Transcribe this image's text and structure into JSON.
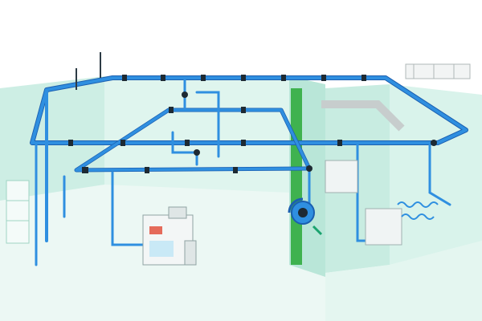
{
  "diagram": {
    "type": "compressed-air-piping-layout",
    "labels": [],
    "colors": {
      "pipe": "#2f8fe0",
      "pipe_shadow": "#1b5fb0",
      "fitting": "#1e2a33",
      "wall": "#c9ece2",
      "wall_dark": "#9fdac8",
      "floor": "#e9f7f3",
      "column": "#3fb24f",
      "machine": "#f3f6f6",
      "accent_green": "#1aa36e"
    },
    "components": [
      {
        "name": "main-ring-pipe"
      },
      {
        "name": "secondary-loop-pipe"
      },
      {
        "name": "drop-pipes"
      },
      {
        "name": "hose-reel"
      },
      {
        "name": "air-compressor-unit"
      },
      {
        "name": "workbench"
      },
      {
        "name": "air-tool-hose"
      },
      {
        "name": "ceiling-mounted-rail"
      }
    ]
  }
}
